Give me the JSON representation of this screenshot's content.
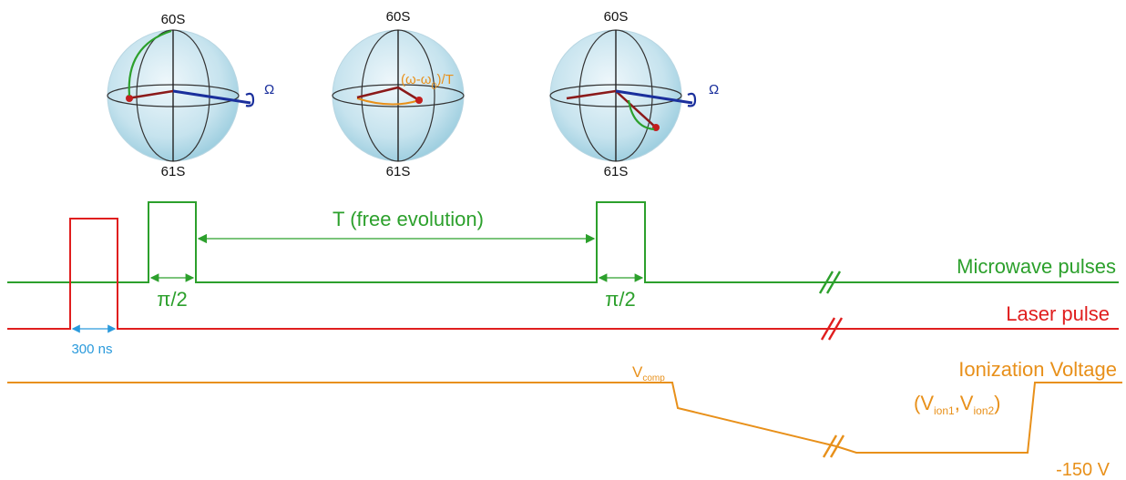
{
  "spheres": [
    {
      "top_label": "60S",
      "bottom_label": "61S",
      "axis_label": "Ω"
    },
    {
      "top_label": "60S",
      "bottom_label": "61S",
      "detuning_label": "(ω-ω",
      "detuning_sub": "0",
      "detuning_tail": ")/T"
    },
    {
      "top_label": "60S",
      "bottom_label": "61S",
      "axis_label": "Ω"
    }
  ],
  "timing": {
    "free_evolution_label": "T (free evolution)",
    "pulse1_label": "π/2",
    "pulse2_label": "π/2",
    "laser_duration_label": "300 ns"
  },
  "channels": {
    "microwave": "Microwave pulses",
    "laser": "Laser pulse",
    "ionization": "Ionization Voltage",
    "ionization_params": {
      "open": "(V",
      "sub1": "ion1",
      "mid": ",V",
      "sub2": "ion2",
      "close": ")"
    },
    "vcomp_main": "V",
    "vcomp_sub": "comp",
    "neg_voltage": "-150 V"
  },
  "colors": {
    "microwave": "#2ca02c",
    "laser": "#e01e1e",
    "ionization": "#e8901a",
    "duration_arrow": "#2a9adc",
    "rotation_axis": "#1a2f9c",
    "state_vector": "#8b1a1a"
  }
}
